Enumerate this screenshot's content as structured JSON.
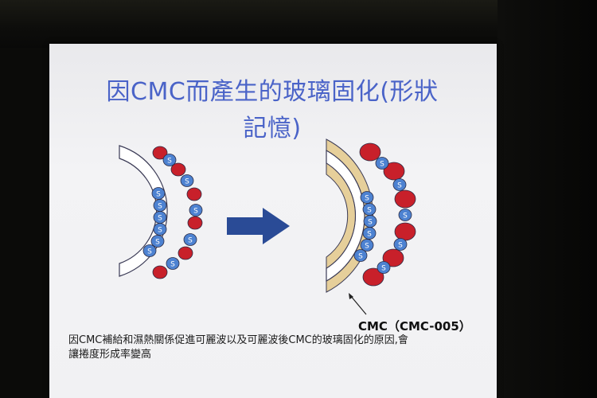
{
  "slide": {
    "title_line1": "因CMC而產生的玻璃固化(形狀",
    "title_line2": "記憶)",
    "cmc_label": "CMC（CMC-005）",
    "caption_line1": "因CMC補給和濕熱關係促進可麗波以及可麗波後CMC的玻璃固化的原因,會",
    "caption_line2": "讓捲度形成率變高",
    "s_letter": "S"
  },
  "colors": {
    "title": "#4a63c8",
    "arrow": "#2a4b96",
    "red_ball": "#c8202a",
    "blue_ball": "#4d82d1",
    "cmc_fill": "#e6cf9a"
  }
}
